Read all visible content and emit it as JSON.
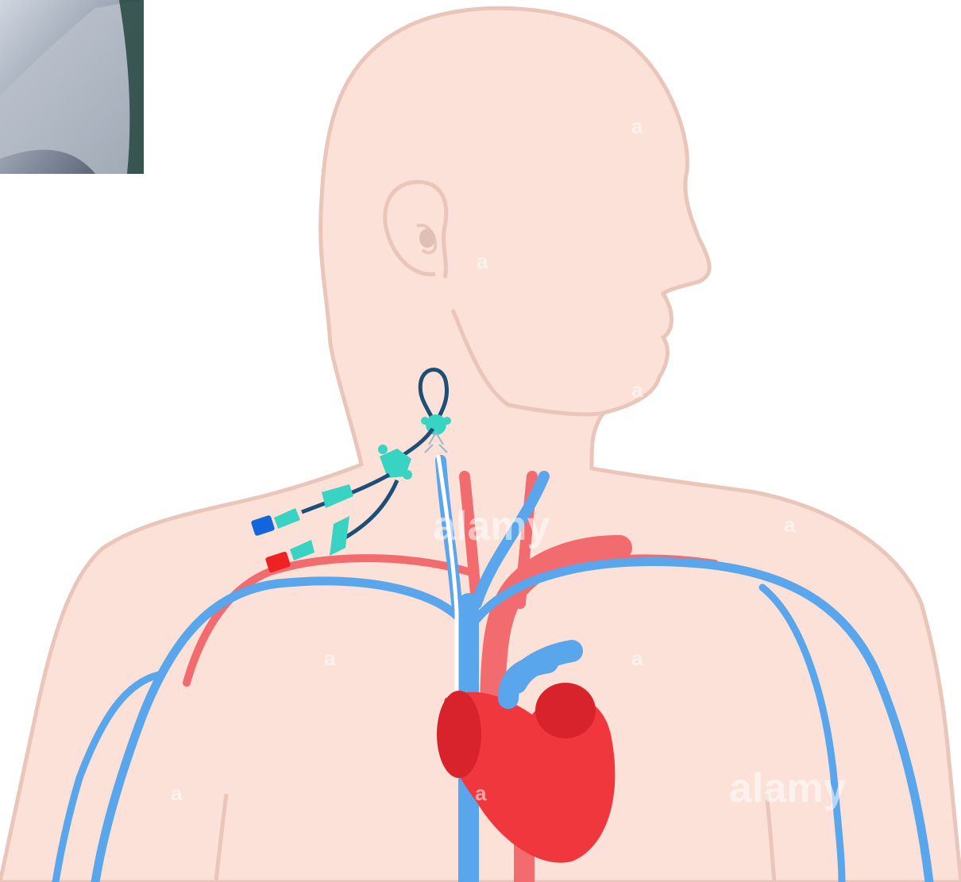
{
  "watermark": {
    "brand_text": "alamy",
    "small_mark": "a"
  },
  "colors": {
    "skin_fill": "#fbe1d7",
    "skin_outline": "#e9c6b9",
    "vein": "#5aa6ec",
    "artery": "#f26b6f",
    "heart": "#f0373e",
    "heart_dark": "#d8232c",
    "catheter": "#1c4f78",
    "hub": "#39d3c4",
    "cap_blue": "#1166dd",
    "cap_red": "#ee2222"
  },
  "icons": {
    "heart": "heart-icon",
    "catheter": "central-venous-catheter-icon",
    "corner_photo": "photo-thumbnail"
  }
}
